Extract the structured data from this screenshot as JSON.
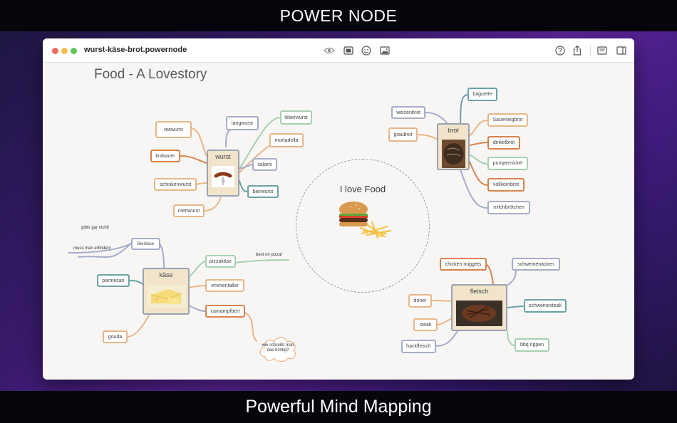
{
  "banner_top": "POWER NODE",
  "banner_bottom": "Powerful Mind Mapping",
  "window": {
    "title": "wurst-käse-brot.powernode",
    "toolbar": [
      "eye-icon",
      "presentation-icon",
      "emoji-icon",
      "image-icon",
      "help-icon",
      "share-icon",
      "outline-icon",
      "sidebar-icon"
    ]
  },
  "map": {
    "title": "Food - A Lovestory",
    "center": "I love Food",
    "wurst": {
      "label": "wurst",
      "children": [
        "teewurst",
        "langwurst",
        "leberwurst",
        "mortadella",
        "krakauer",
        "salami",
        "schinkenwurst",
        "bierwurst",
        "mettwurst"
      ]
    },
    "brot": {
      "label": "brot",
      "children": [
        "baguette",
        "weizenbrot",
        "Sauerteigbrot",
        "graubrot",
        "dinkelbrot",
        "pumpernickel",
        "vollkornbrot",
        "milchbrötchen"
      ]
    },
    "kaese": {
      "label": "käse",
      "bierkaese": "Bierkäse",
      "notes": [
        "gibts gar nicht!",
        "muss man erfinden!",
        "best on pizza!"
      ],
      "children": [
        "parmesan",
        "pizzakäse",
        "emmentaller",
        "camampfbert",
        "gouda"
      ],
      "cloud": [
        "wie schreibt man",
        "das richtig?"
      ]
    },
    "fleisch": {
      "label": "fleisch",
      "children": [
        "chicken nuggets",
        "schweinenacken",
        "döner",
        "schweinesteak",
        "steak",
        "hackfleisch",
        "bbq rippen"
      ]
    }
  },
  "colors": {
    "orange": "#e8b688",
    "green": "#a6d1b1",
    "blue": "#a5adc9",
    "teal": "#6aa3a8",
    "darkorange": "#d7834e",
    "hubfill": "#f1e4cb"
  }
}
